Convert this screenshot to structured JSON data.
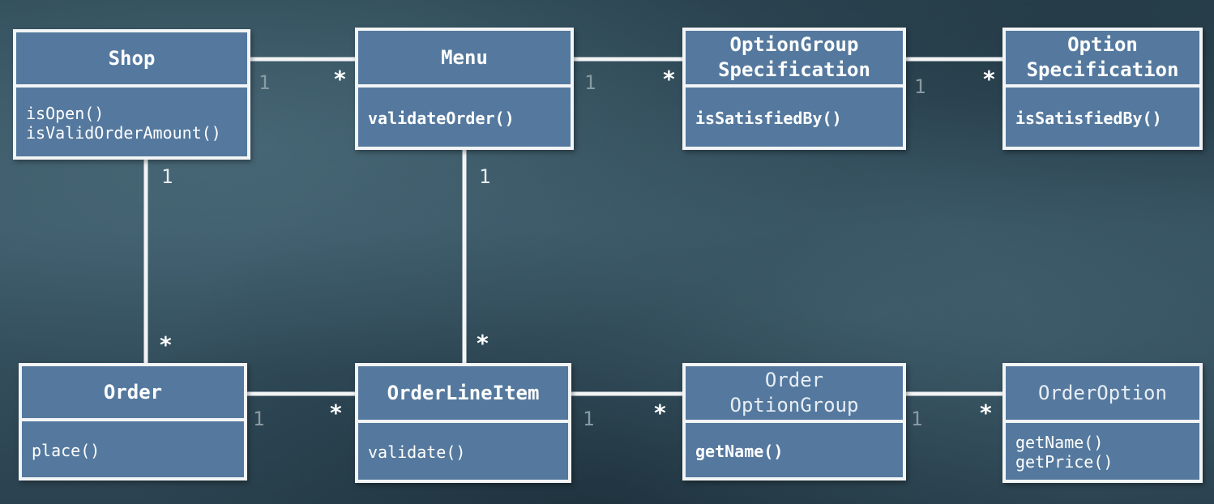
{
  "classes": {
    "shop": {
      "name": [
        "Shop"
      ],
      "operations": [
        "isOpen()",
        "isValidOrderAmount()"
      ]
    },
    "menu": {
      "name": [
        "Menu"
      ],
      "operations": [
        "validateOrder()"
      ]
    },
    "option_group_spec": {
      "name": [
        "OptionGroup",
        "Specification"
      ],
      "operations": [
        "isSatisfiedBy()"
      ]
    },
    "option_spec": {
      "name": [
        "Option",
        "Specification"
      ],
      "operations": [
        "isSatisfiedBy()"
      ]
    },
    "order": {
      "name": [
        "Order"
      ],
      "operations": [
        "place()"
      ]
    },
    "order_line_item": {
      "name": [
        "OrderLineItem"
      ],
      "operations": [
        "validate()"
      ]
    },
    "order_option_group": {
      "name": [
        "Order",
        "OptionGroup"
      ],
      "operations": [
        "getName()"
      ]
    },
    "order_option": {
      "name": [
        "OrderOption"
      ],
      "operations": [
        "getName()",
        "getPrice()"
      ]
    }
  },
  "associations": {
    "shop_menu": {
      "from": "Shop",
      "to": "Menu",
      "from_mult": "1",
      "to_mult": "*"
    },
    "menu_optiongroupspec": {
      "from": "Menu",
      "to": "OptionGroup Specification",
      "from_mult": "1",
      "to_mult": "*"
    },
    "optiongroupspec_optionspec": {
      "from": "OptionGroup Specification",
      "to": "Option Specification",
      "from_mult": "1",
      "to_mult": "*"
    },
    "shop_order": {
      "from": "Shop",
      "to": "Order",
      "from_mult": "1",
      "to_mult": "*"
    },
    "menu_orderlineitem": {
      "from": "Menu",
      "to": "OrderLineItem",
      "from_mult": "1",
      "to_mult": "*"
    },
    "order_orderlineitem": {
      "from": "Order",
      "to": "OrderLineItem",
      "from_mult": "1",
      "to_mult": "*"
    },
    "orderlineitem_orderoptiongroup": {
      "from": "OrderLineItem",
      "to": "Order OptionGroup",
      "from_mult": "1",
      "to_mult": "*"
    },
    "orderoptiongroup_orderoption": {
      "from": "Order OptionGroup",
      "to": "OrderOption",
      "from_mult": "1",
      "to_mult": "*"
    }
  }
}
